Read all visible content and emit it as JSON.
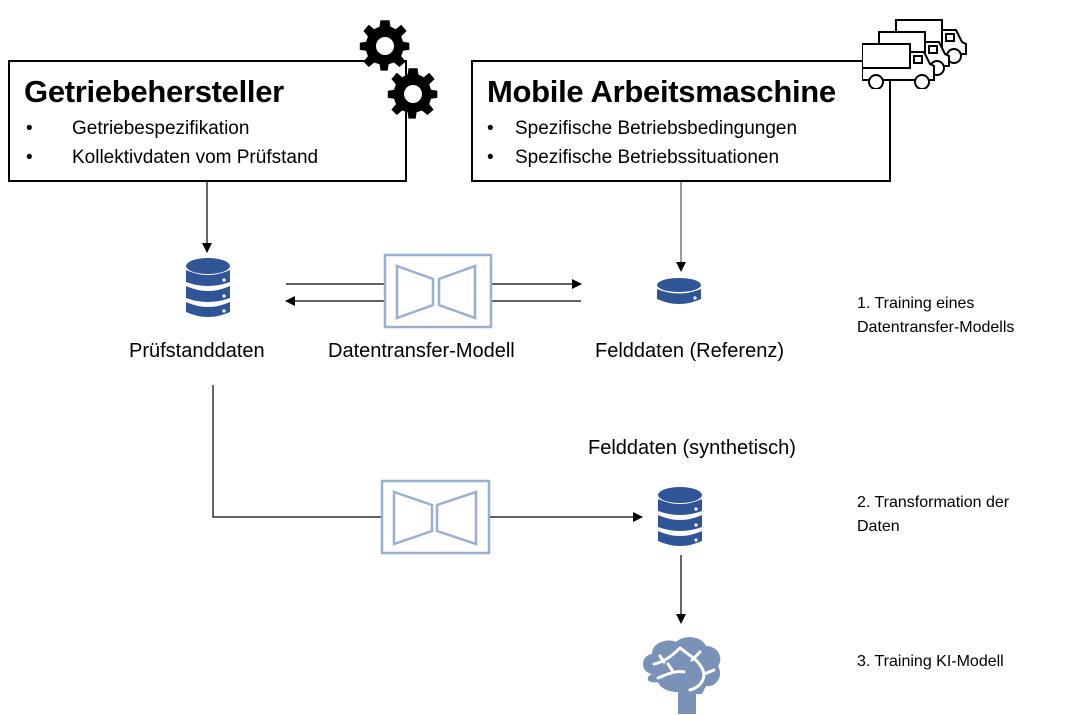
{
  "boxes": {
    "manufacturer": {
      "title": "Getriebehersteller",
      "bullets": [
        "Getriebespezifikation",
        "Kollektivdaten vom Prüfstand"
      ],
      "icon": "gears-icon"
    },
    "machine": {
      "title": "Mobile Arbeitsmaschine",
      "bullets": [
        "Spezifische Betriebsbedingungen",
        "Spezifische Betriebssituationen"
      ],
      "icon": "trucks-icon"
    }
  },
  "bullet_char": "•",
  "nodes": {
    "test_bench_data": "Prüfstanddaten",
    "transfer_model": "Datentransfer-Modell",
    "field_data_reference": "Felddaten (Referenz)",
    "field_data_synthetic": "Felddaten (synthetisch)"
  },
  "steps": [
    {
      "line1": "1. Training eines",
      "line2": "Datentransfer-Modells"
    },
    {
      "line1": "2. Transformation der",
      "line2": "Daten"
    },
    {
      "line1": "3. Training KI-Modell",
      "line2": ""
    }
  ],
  "colors": {
    "database": "#2f5597",
    "model_outline": "#98afd4",
    "brain": "#7a92b8",
    "line": "#000000"
  }
}
